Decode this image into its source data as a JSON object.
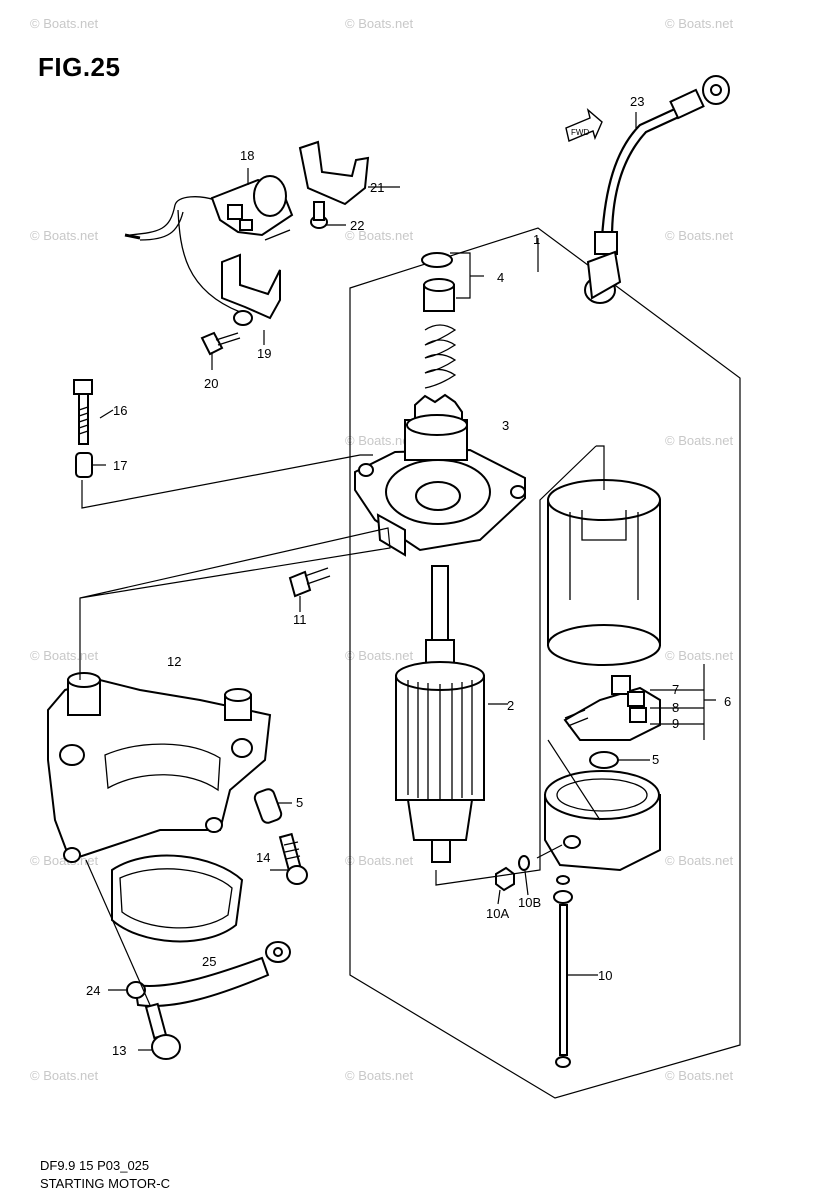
{
  "figure": {
    "title": "FIG.25",
    "code": "DF9.9 15 P03_025",
    "name": "STARTING MOTOR-C"
  },
  "watermark": "© Boats.net",
  "fwd_label": "FWD",
  "callouts": {
    "c1": "1",
    "c2": "2",
    "c3": "3",
    "c4": "4",
    "c5a": "5",
    "c5b": "5",
    "c6": "6",
    "c7": "7",
    "c8": "8",
    "c9": "9",
    "c10": "10",
    "c10a": "10A",
    "c10b": "10B",
    "c11": "11",
    "c12": "12",
    "c13": "13",
    "c14": "14",
    "c16": "16",
    "c17": "17",
    "c18": "18",
    "c19": "19",
    "c20": "20",
    "c21": "21",
    "c22": "22",
    "c23": "23",
    "c24": "24",
    "c25": "25"
  }
}
